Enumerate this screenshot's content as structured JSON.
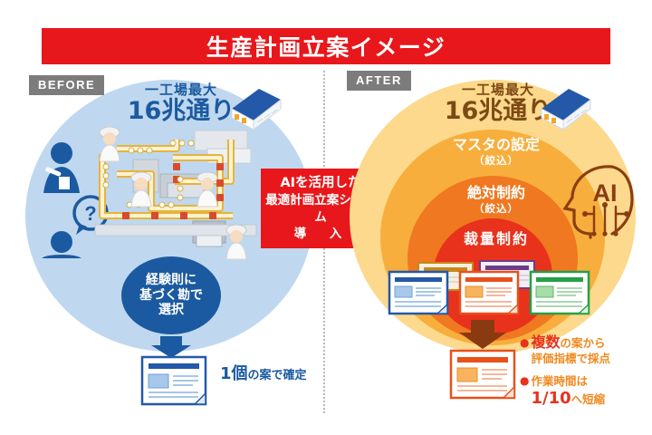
{
  "title": "生産計画立案イメージ",
  "theme": {
    "banner_red": "#e8171b",
    "before_blue_light": "#bfd8ef",
    "before_blue_dark": "#1b5aa0",
    "after_ring1": "#fcd98c",
    "after_ring2": "#f8ae3c",
    "after_ring3": "#f07820",
    "after_ring4": "#e8321c",
    "badge_gray": "#7c7c7c",
    "brown": "#7c4a14"
  },
  "before": {
    "badge": "BEFORE",
    "headline_small": "一工場最大",
    "headline_big": "16兆通り",
    "factory_icon": "factory-building-icon",
    "worker_icons": [
      "worker-icon",
      "worker-icon",
      "worker-icon",
      "worker-icon"
    ],
    "person_icons": [
      "person-standing-icon",
      "person-sitting-icon"
    ],
    "question_bubble": "?",
    "knack_line1": "経験則に",
    "knack_line2": "基づく勘で",
    "knack_line3": "選択",
    "result_doc_icon": "document-icon",
    "result_text_num": "1個",
    "result_text_rest": "の案で確定"
  },
  "center_arrow": {
    "line1": "AIを活用した",
    "line2": "最適計画立案システム",
    "line3": "導　入"
  },
  "after": {
    "badge": "AFTER",
    "headline_small": "一工場最大",
    "headline_big": "16兆通り",
    "factory_icon": "factory-building-icon",
    "ai_icon": "ai-head-icon",
    "ai_label": "AI",
    "rings": [
      {
        "main": "マスタの設定",
        "sub": "（絞込）"
      },
      {
        "main": "絶対制約",
        "sub": "（絞込）"
      },
      {
        "main": "裁量制約",
        "sub": ""
      }
    ],
    "plan_cards": [
      {
        "name": "plan-card-blue",
        "color": "#2458a8",
        "accent": "#a8c8ea"
      },
      {
        "name": "plan-card-red",
        "color": "#e8501c",
        "accent": "#f8b45c"
      },
      {
        "name": "plan-card-green",
        "color": "#24a048",
        "accent": "#a8dca8"
      }
    ],
    "back_cards": [
      {
        "name": "plan-card-back-orange",
        "color": "#c88818"
      },
      {
        "name": "plan-card-back-purple",
        "color": "#6c3c8c"
      }
    ],
    "result_doc_icon": "document-icon",
    "results": [
      {
        "line1_em": "複数",
        "line1_rest": "の案から",
        "line2": "評価指標で採点"
      },
      {
        "line1_em": "",
        "line1_rest": "作業時間は",
        "line2_em": "1/10",
        "line2_rest": "へ短縮"
      }
    ]
  }
}
